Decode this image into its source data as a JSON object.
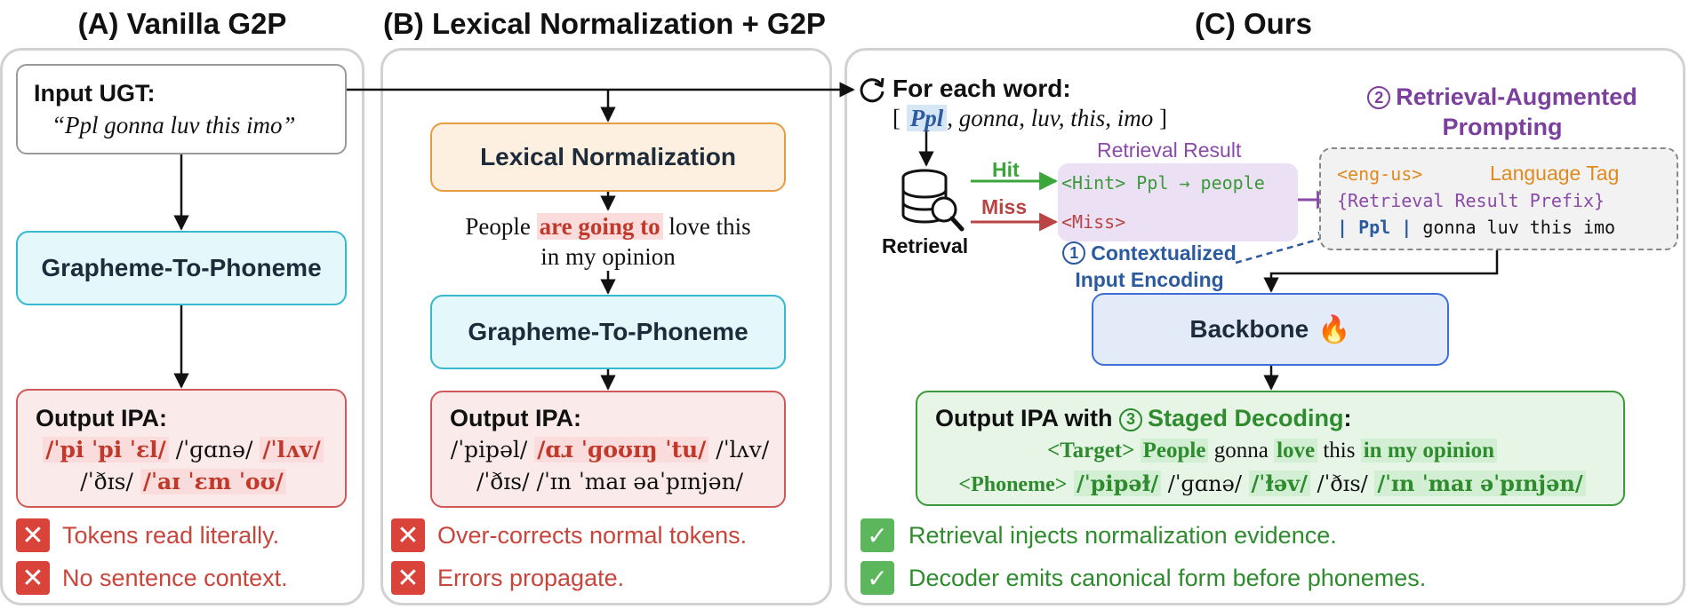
{
  "titles": {
    "a": "(A) Vanilla G2P",
    "b": "(B) Lexical Normalization + G2P",
    "c": "(C) Ours"
  },
  "panel_a": {
    "input_label": "Input UGT:",
    "input_text": "“Ppl gonna luv this imo”",
    "g2p": "Grapheme-To-Phoneme",
    "output_label": "Output IPA:",
    "ipa_line1": [
      "/ˈpi ˈpi ˈɛl/",
      "/ˈɡɑnə/",
      "/ˈlʌv/"
    ],
    "ipa_line2": [
      "/ˈðɪs/",
      "/ˈaɪ ˈɛm ˈoʊ/"
    ],
    "cons": [
      "Tokens read literally.",
      "No sentence context."
    ]
  },
  "panel_b": {
    "lexnorm": "Lexical Normalization",
    "norm_pre": "People",
    "norm_hl": "are going to",
    "norm_post": "love this",
    "norm_line2": "in my opinion",
    "g2p": "Grapheme-To-Phoneme",
    "output_label": "Output IPA:",
    "ipa_line1": [
      "/ˈpipəl/",
      "/ɑɹ ˈɡoʊɪŋ ˈtu/",
      "/ˈlʌv/"
    ],
    "ipa_line2": [
      "/ˈðɪs/",
      "/ˈɪn ˈmaɪ əaˈpɪnjən/"
    ],
    "cons": [
      "Over-corrects normal tokens.",
      "Errors propagate."
    ]
  },
  "panel_c": {
    "loop_icon": "refresh-icon",
    "for_each": "For each word:",
    "word_bracket_open": "[",
    "word_first": "Ppl",
    "word_rest": ", gonna, luv, this, imo",
    "word_bracket_close": "]",
    "retrieval_label": "Retrieval",
    "hit": "Hit",
    "miss": "Miss",
    "retrieval_result_title": "Retrieval Result",
    "hint_line": "<Hint> Ppl → people",
    "miss_line": "<Miss>",
    "rap_num": "2",
    "rap_title_1": "Retrieval-Augmented",
    "rap_title_2": "Prompting",
    "lang_tag_token": "<eng-us>",
    "lang_tag_label": "Language Tag",
    "prefix_line": "{Retrieval Result Prefix}",
    "input_bar": "|",
    "input_word": "Ppl",
    "input_rest": "gonna luv this imo",
    "cie_num": "1",
    "cie_1": "Contextualized",
    "cie_2": "Input Encoding",
    "backbone": "Backbone",
    "fire": "🔥",
    "out_label_pre": "Output IPA with",
    "sd_num": "3",
    "sd_label": "Staged Decoding",
    "out_colon": ":",
    "target_tag": "<Target>",
    "target_words": [
      "People",
      "gonna",
      "love",
      "this",
      "in my opinion"
    ],
    "phoneme_tag": "<Phoneme>",
    "phoneme_words": [
      "/ˈpipəɫ/",
      "/ˈɡɑnə/",
      "/ˈɫəv/",
      "/ˈðɪs/",
      "/ˈɪn ˈmaɪ əˈpɪnjən/"
    ],
    "pros": [
      "Retrieval injects normalization evidence.",
      "Decoder emits canonical form before phonemes."
    ]
  },
  "icons": {
    "cross": "✕",
    "check": "✓"
  },
  "colors": {
    "red": "#c0392b",
    "green": "#2e8b2e",
    "blue": "#2c5aa0",
    "purple": "#7b3f9e",
    "orange": "#e08a1e",
    "teal": "#2ab3c9"
  }
}
